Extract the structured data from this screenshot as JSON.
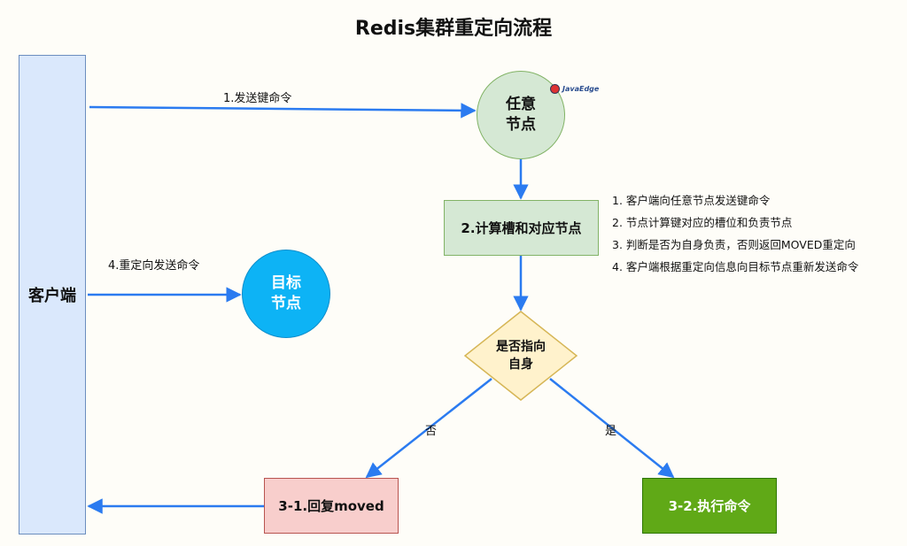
{
  "title": "Redis集群重定向流程",
  "nodes": {
    "client": "客户端",
    "any_node_line1": "任意",
    "any_node_line2": "节点",
    "calc_slot": "2.计算槽和对应节点",
    "decision_line1": "是否指向",
    "decision_line2": "自身",
    "reply_moved": "3-1.回复moved",
    "execute": "3-2.执行命令",
    "target_line1": "目标",
    "target_line2": "节点"
  },
  "edges": {
    "send_command": "1.发送键命令",
    "redirect_send": "4.重定向发送命令",
    "no": "否",
    "yes": "是"
  },
  "steps": [
    "1. 客户端向任意节点发送键命令",
    "2. 节点计算键对应的槽位和负责节点",
    "3. 判断是否为自身负责，否则返回MOVED重定向",
    "4. 客户端根据重定向信息向目标节点重新发送命令"
  ],
  "logo_text": "JavaEdge",
  "colors": {
    "arrow": "#2B7BF0",
    "client_fill": "#DAE8FC",
    "green_fill": "#D5E8D4",
    "decision_fill": "#FFF2CC",
    "moved_fill": "#F8CECC",
    "exec_fill": "#60A917",
    "target_fill": "#0DB3F5"
  }
}
